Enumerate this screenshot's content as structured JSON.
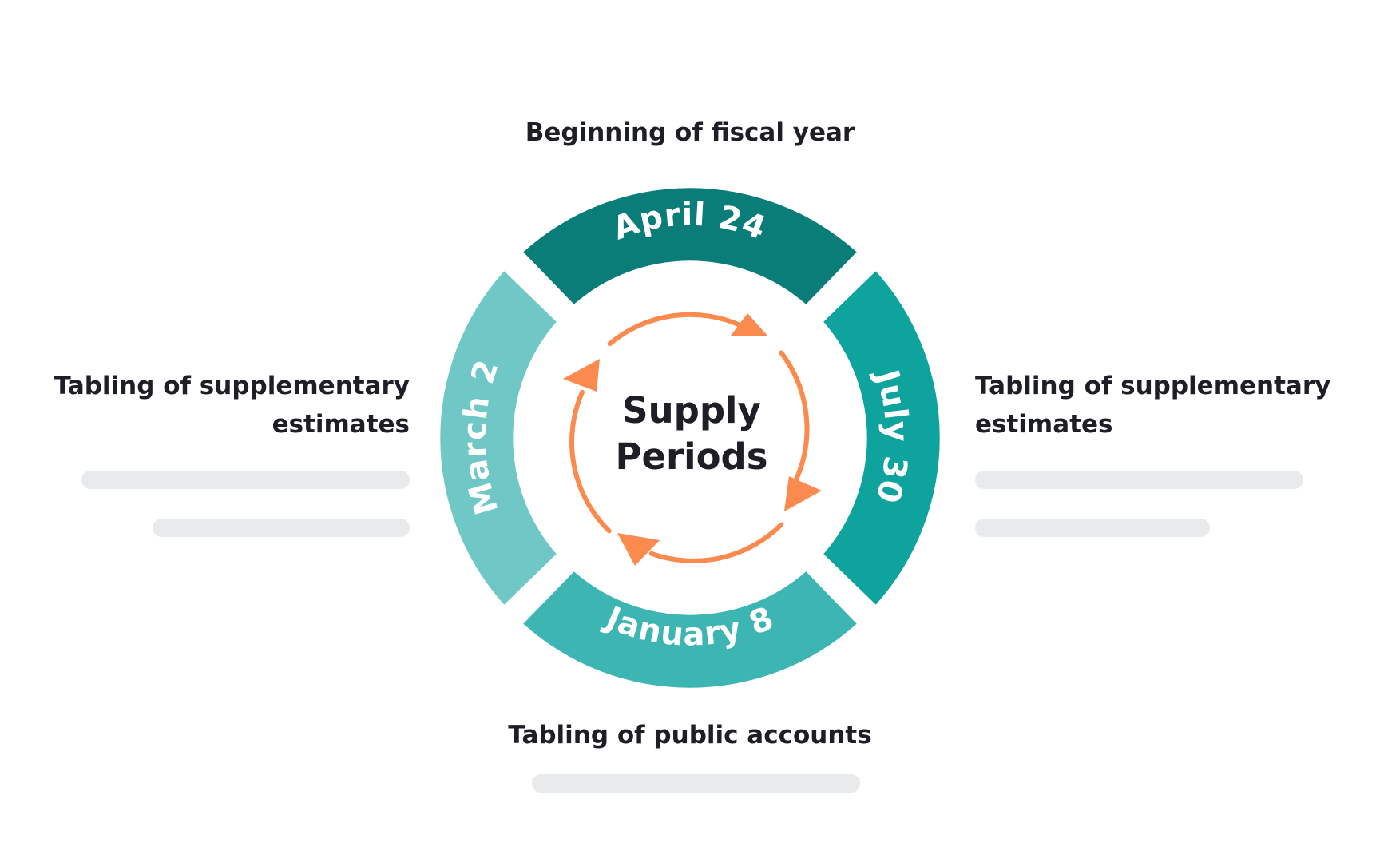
{
  "labels": {
    "top": "Beginning of fiscal year",
    "bottom": "Tabling of public accounts",
    "left_line1": "Tabling of supplementary",
    "left_line2": "estimates",
    "right_line1": "Tabling of supplementary",
    "right_line2": "estimates"
  },
  "cycle": {
    "center_line1": "Supply",
    "center_line2": "Periods",
    "segments": [
      {
        "id": "top",
        "label": "April 24",
        "color": "#0b7d78"
      },
      {
        "id": "right",
        "label": "July 30",
        "color": "#0fa39e"
      },
      {
        "id": "bottom",
        "label": "January 8",
        "color": "#3db5b2"
      },
      {
        "id": "left",
        "label": "March 2",
        "color": "#70c8c6"
      }
    ],
    "arrow_color": "#fb8a4e"
  }
}
